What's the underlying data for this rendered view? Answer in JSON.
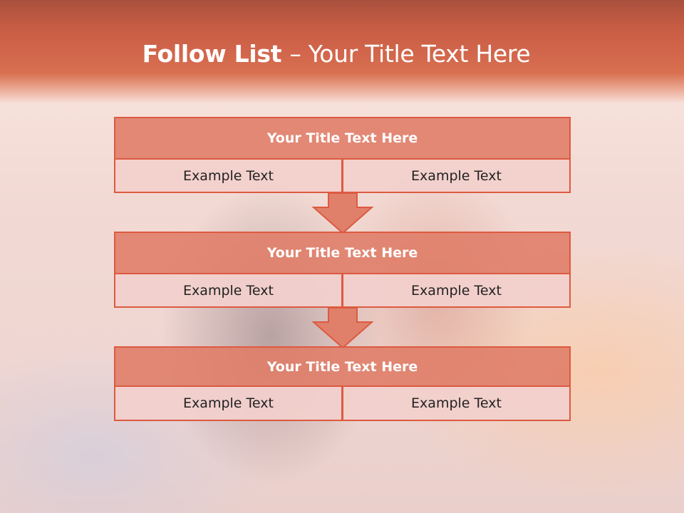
{
  "slide": {
    "title_bold": "Follow List ",
    "title_rest": " – Your Title Text Here",
    "blocks": [
      {
        "title": "Your Title Text Here",
        "left": "Example Text",
        "right": "Example Text"
      },
      {
        "title": "Your Title Text Here",
        "left": "Example Text",
        "right": "Example Text"
      },
      {
        "title": "Your Title Text Here",
        "left": "Example Text",
        "right": "Example Text"
      }
    ]
  },
  "colors": {
    "accent": "#d2664c",
    "border": "#dc5a40",
    "block_header_fill": "#df7c66",
    "cell_fill": "#f2d0cc",
    "arrow_fill": "#e0806a"
  },
  "icons": [
    "arrow-down-icon",
    "arrow-down-icon"
  ]
}
